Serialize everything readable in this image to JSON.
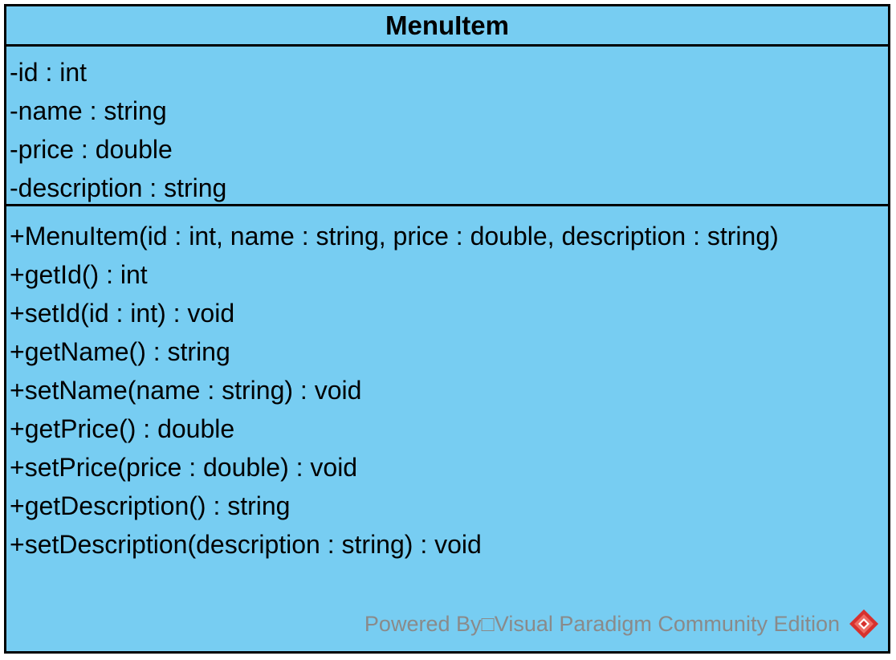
{
  "class": {
    "name": "MenuItem",
    "attributes": [
      "-id : int",
      "-name : string",
      "-price : double",
      "-description : string"
    ],
    "operations": [
      "+MenuItem(id : int, name : string, price : double, description : string)",
      "+getId() : int",
      "+setId(id : int) : void",
      "+getName() : string",
      "+setName(name : string) : void",
      "+getPrice() : double",
      "+setPrice(price : double) : void",
      "+getDescription() : string",
      "+setDescription(description : string) : void"
    ]
  },
  "watermark": {
    "text": "Powered By□Visual Paradigm Community Edition",
    "logo_icon": "visual-paradigm-logo-icon"
  },
  "colors": {
    "class_fill": "#77CDF2",
    "border": "#000000",
    "watermark_text": "#8a8a8a",
    "logo_red": "#d7312e"
  }
}
